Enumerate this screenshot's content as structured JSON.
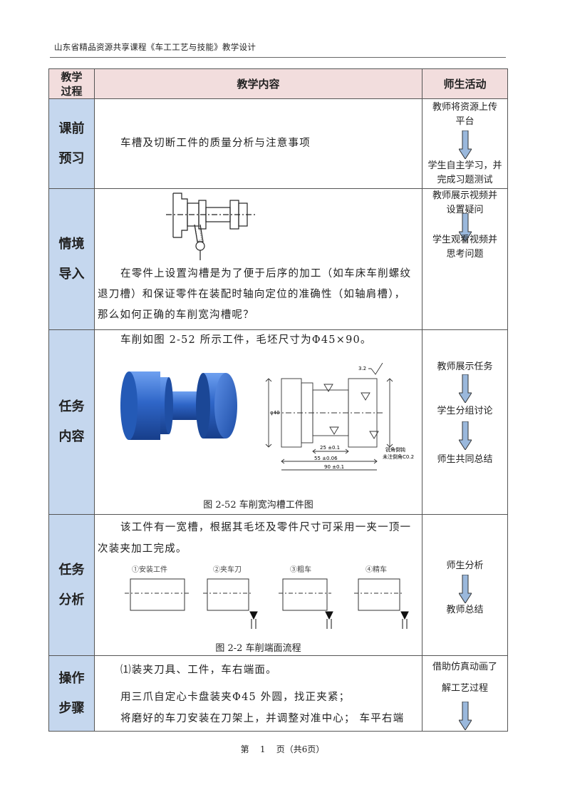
{
  "header": "山东省精品资源共享课程《车工工艺与技能》教学设计",
  "footer": "第    1    页（共6页）",
  "table": {
    "head": {
      "col1_line1": "教学",
      "col1_line2": "过程",
      "col2": "教学内容",
      "col3": "师生活动"
    },
    "rows": [
      {
        "stage1": "课前",
        "stage2": "预习",
        "content": "车槽及切断工件的质量分析与注意事项",
        "act1": "教师将资源上传平台",
        "act2": "学生自主学习，并完成习题测试"
      },
      {
        "stage1": "情境",
        "stage2": "导入",
        "line1": "在零件上设置沟槽是为了便于后序的加工（如车床车削螺纹",
        "line2": "退刀槽）和保证零件在装配时轴向定位的准确性（如轴肩槽），",
        "line3": "那么如何正确的车削宽沟槽呢？",
        "act1": "教师展示视频并设置疑问",
        "act2": "学生观看视频并思考问题"
      },
      {
        "stage1": "任务",
        "stage2": "内容",
        "line1": "车削如图 2-52 所示工件，毛坯尺寸为Φ45×90。",
        "caption": "图 2-52  车削宽沟槽工件图",
        "act1": "教师展示任务",
        "act2": "学生分组讨论",
        "act3": "师生共同总结"
      },
      {
        "stage1": "任务",
        "stage2": "分析",
        "line1": "该工件有一宽槽，根据其毛坯及零件尺寸可采用一夹一顶一",
        "line2": "次装夹加工完成。",
        "steps": [
          "①安装工件",
          "②夹车刀",
          "③粗车",
          "④精车"
        ],
        "caption": "图 2-2  车削端面流程",
        "act1": "师生分析",
        "act2": "教师总结"
      },
      {
        "stage1": "操作",
        "stage2": "步骤",
        "line1": "⑴装夹刀具、工件，车右端面。",
        "line2": "用三爪自定心卡盘装夹Φ45 外圆，找正夹紧；",
        "line3": "将磨好的车刀安装在刀架上，并调整对准中心；  车平右端",
        "act1": "借助仿真动画了",
        "act2": "解工艺过程"
      }
    ]
  },
  "drawing": {
    "roughness": "3.2",
    "note1": "锐角倒钝",
    "note2": "未注倒角C0.2"
  },
  "colors": {
    "stage_bg": "#c5d7ee",
    "head_bg": "#f2dddd",
    "arrow": "#9ab8dc",
    "part": "#2f66c8"
  }
}
